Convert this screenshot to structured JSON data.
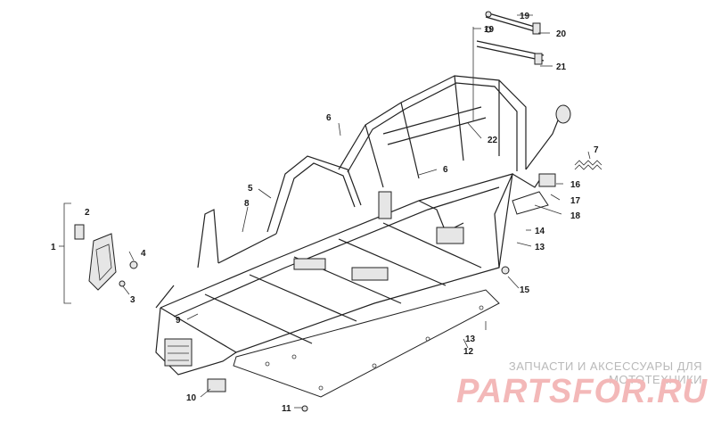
{
  "callouts": {
    "c1": "1",
    "c2": "2",
    "c3": "3",
    "c4": "4",
    "c5": "5",
    "c6a": "6",
    "c6b": "6",
    "c7": "7",
    "c8": "8",
    "c9": "9",
    "c10": "10",
    "c11": "11",
    "c12": "12",
    "c13a": "13",
    "c13b": "13",
    "c14": "14",
    "c15": "15",
    "c16": "16",
    "c17": "17",
    "c18": "18",
    "c19a": "19",
    "c19b": "19",
    "c20": "20",
    "c21": "21",
    "c22": "22"
  },
  "watermark": {
    "tagline": "ЗАПЧАСТИ И АКСЕССУАРЫ ДЛЯ МОТОТЕХНИКИ",
    "logo": "PARTSFOR.RU"
  },
  "colors": {
    "line": "#222222",
    "watermark_logo": "#f3b8b8",
    "watermark_text": "#b9b9b9"
  }
}
